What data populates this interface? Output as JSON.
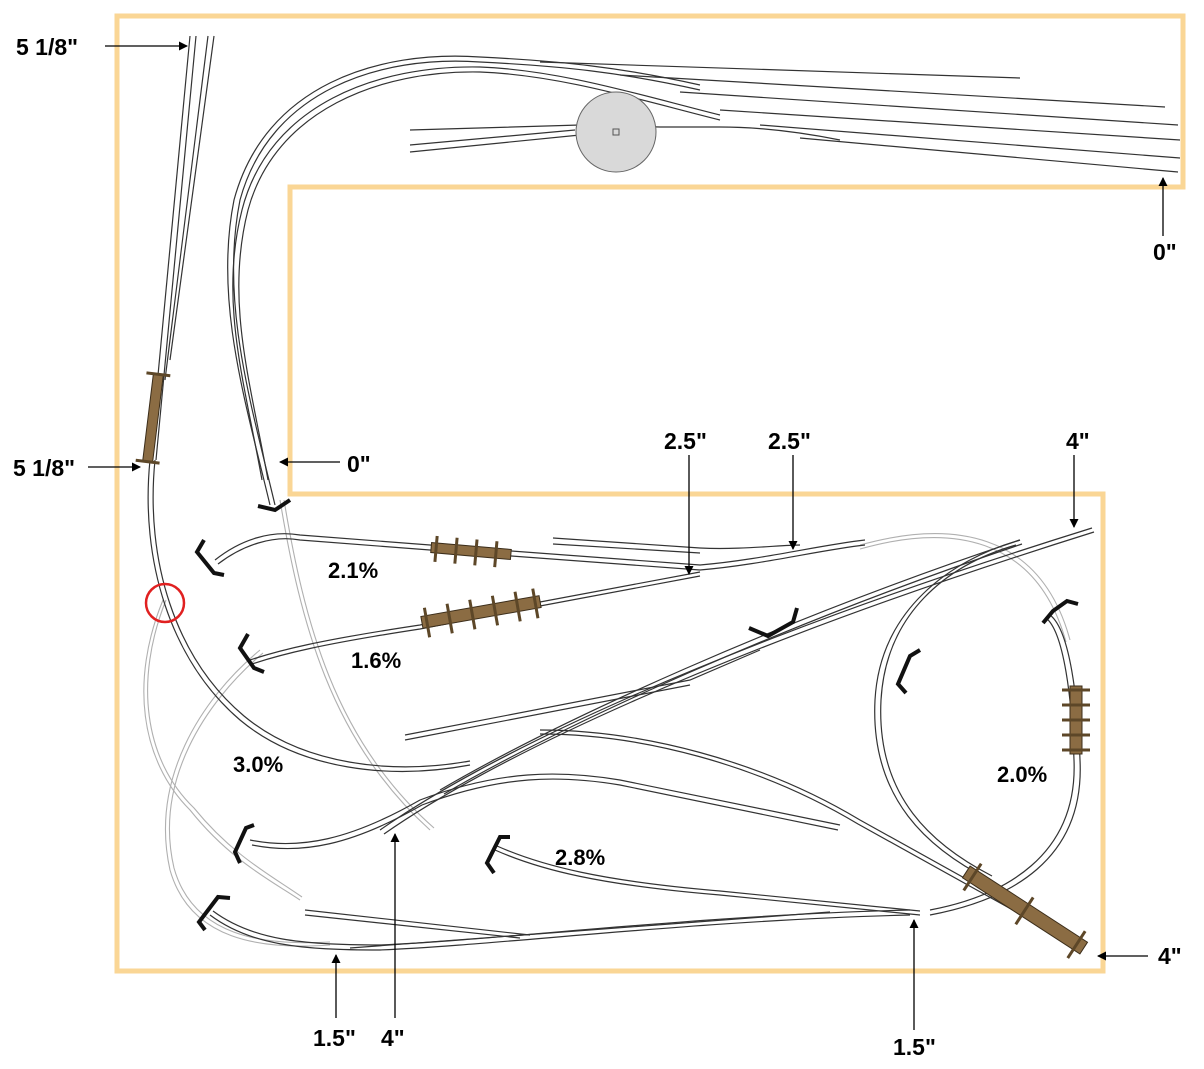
{
  "colors": {
    "benchwork": "#fad695",
    "track": "#333333",
    "hidden_track": "#b0b0b0",
    "bridge": "#8b6c43",
    "turntable": "#d9d9d9",
    "marker": "#e02020"
  },
  "elevations": {
    "e1": "5 1/8\"",
    "e2": "5 1/8\"",
    "e3": "0\"",
    "e4": "0\"",
    "e5": "2.5\"",
    "e6": "2.5\"",
    "e7": "4\"",
    "e8": "4\"",
    "e9": "1.5\"",
    "e10": "4\"",
    "e11": "1.5\""
  },
  "grades": {
    "g1": "2.1%",
    "g2": "1.6%",
    "g3": "3.0%",
    "g4": "2.8%",
    "g5": "2.0%"
  },
  "icons": {
    "turntable": "turntable-icon",
    "marker": "red-circle-marker-icon",
    "bumper": "track-bumper-icon",
    "bridge": "trestle-bridge-icon"
  }
}
